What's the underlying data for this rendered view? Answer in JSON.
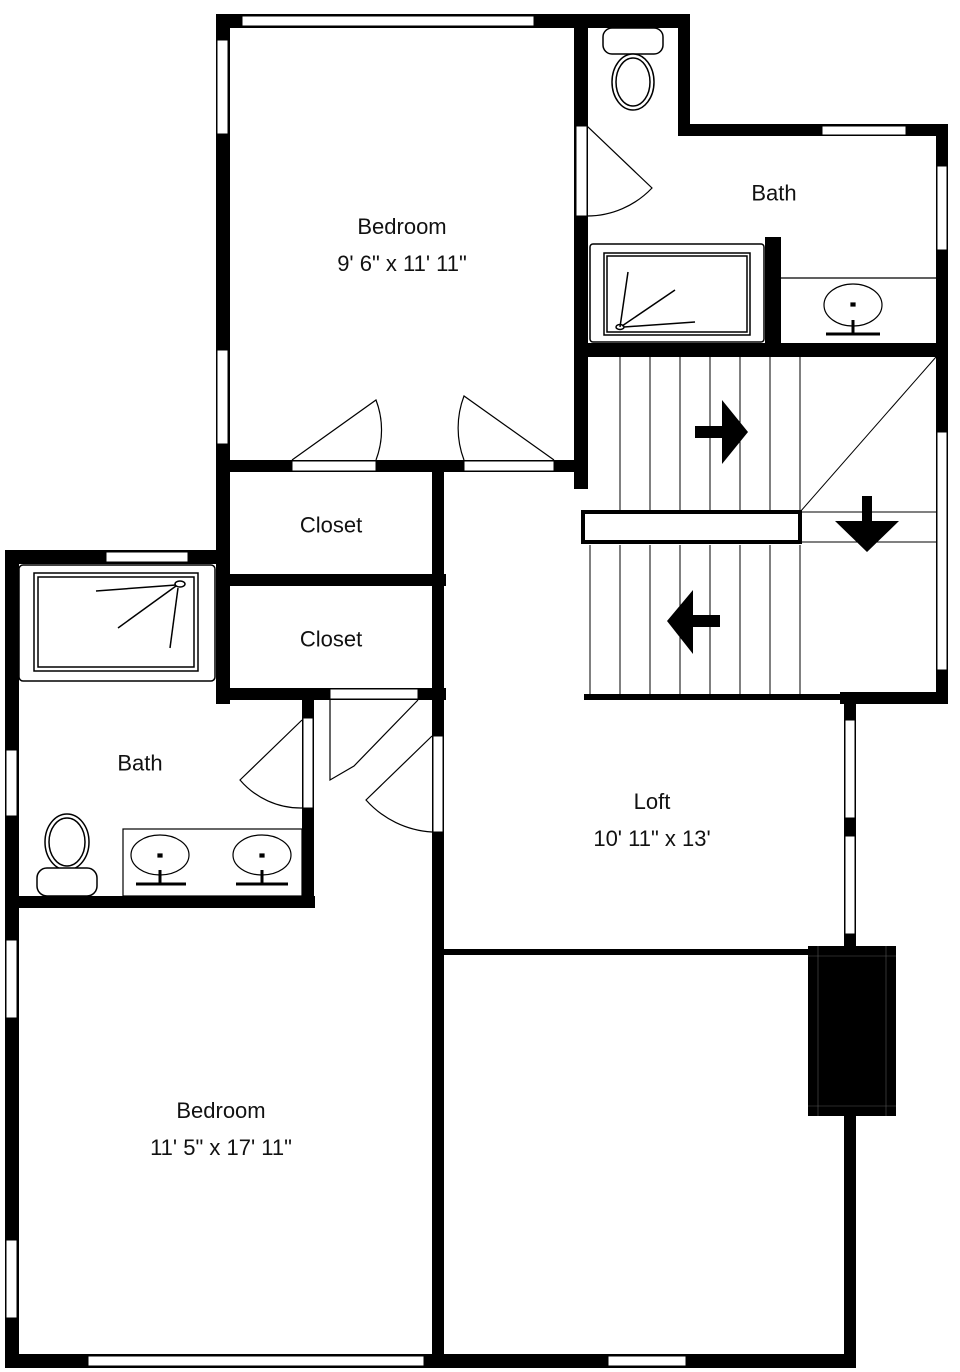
{
  "floor_plan": {
    "colors": {
      "wall": "#000000",
      "background": "#ffffff",
      "window": "#ffffff"
    },
    "rooms": [
      {
        "id": "bedroom-upper",
        "name": "Bedroom",
        "dimensions": "9' 6\" x 11' 11\""
      },
      {
        "id": "bath-upper",
        "name": "Bath",
        "dimensions": ""
      },
      {
        "id": "closet-1",
        "name": "Closet",
        "dimensions": ""
      },
      {
        "id": "closet-2",
        "name": "Closet",
        "dimensions": ""
      },
      {
        "id": "bath-lower",
        "name": "Bath",
        "dimensions": ""
      },
      {
        "id": "loft",
        "name": "Loft",
        "dimensions": "10' 11\" x 13'"
      },
      {
        "id": "bedroom-lower",
        "name": "Bedroom",
        "dimensions": "11' 5\" x 17' 11\""
      }
    ],
    "fixtures": [
      "toilet-icon",
      "shower-icon",
      "sink-icon",
      "stairs",
      "fireplace-chimney"
    ],
    "stairs": {
      "arrows": [
        "right",
        "down",
        "left"
      ]
    }
  }
}
